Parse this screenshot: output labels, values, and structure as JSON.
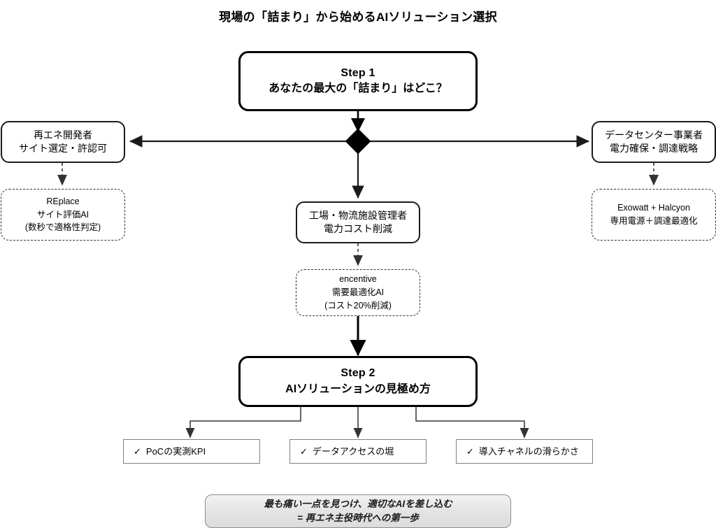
{
  "title": "現場の「詰まり」から始めるAIソリューション選択",
  "colors": {
    "background": "#ffffff",
    "stroke_strong": "#000000",
    "stroke_medium": "#1a1a1a",
    "stroke_dashed": "#333333",
    "stroke_light": "#808080",
    "footer_fill": "#e3e3e3"
  },
  "nodes": {
    "step1": {
      "line1": "Step 1",
      "line2": "あなたの最大の「詰まり」はどこ？"
    },
    "junction": {
      "shape": "diamond",
      "label": ""
    },
    "persona_left": {
      "line1": "再エネ開発者",
      "line2": "サイト選定・許認可"
    },
    "persona_center": {
      "line1": "工場・物流施設管理者",
      "line2": "電力コスト削減"
    },
    "persona_right": {
      "line1": "データセンター事業者",
      "line2": "電力確保・調達戦略"
    },
    "solution_left": {
      "line1": "REplace",
      "line2": "サイト評価AI",
      "line3": "(数秒で適格性判定)"
    },
    "solution_center": {
      "line1": "encentive",
      "line2": "需要最適化AI",
      "line3": "(コスト20%削減)"
    },
    "solution_right": {
      "line1": "Exowatt + Halcyon",
      "line2": "専用電源＋調達最適化",
      "line3": ""
    },
    "step2": {
      "line1": "Step 2",
      "line2": "AIソリューションの見極め方"
    }
  },
  "checklist": {
    "check_mark": "✓",
    "items": [
      {
        "label": "PoCの実測KPI"
      },
      {
        "label": "データアクセスの堀"
      },
      {
        "label": "導入チャネルの滑らかさ"
      }
    ]
  },
  "footer": {
    "line1": "最も痛い一点を見つけ、適切なAIを差し込む",
    "line2": "= 再エネ主役時代への第一歩"
  }
}
